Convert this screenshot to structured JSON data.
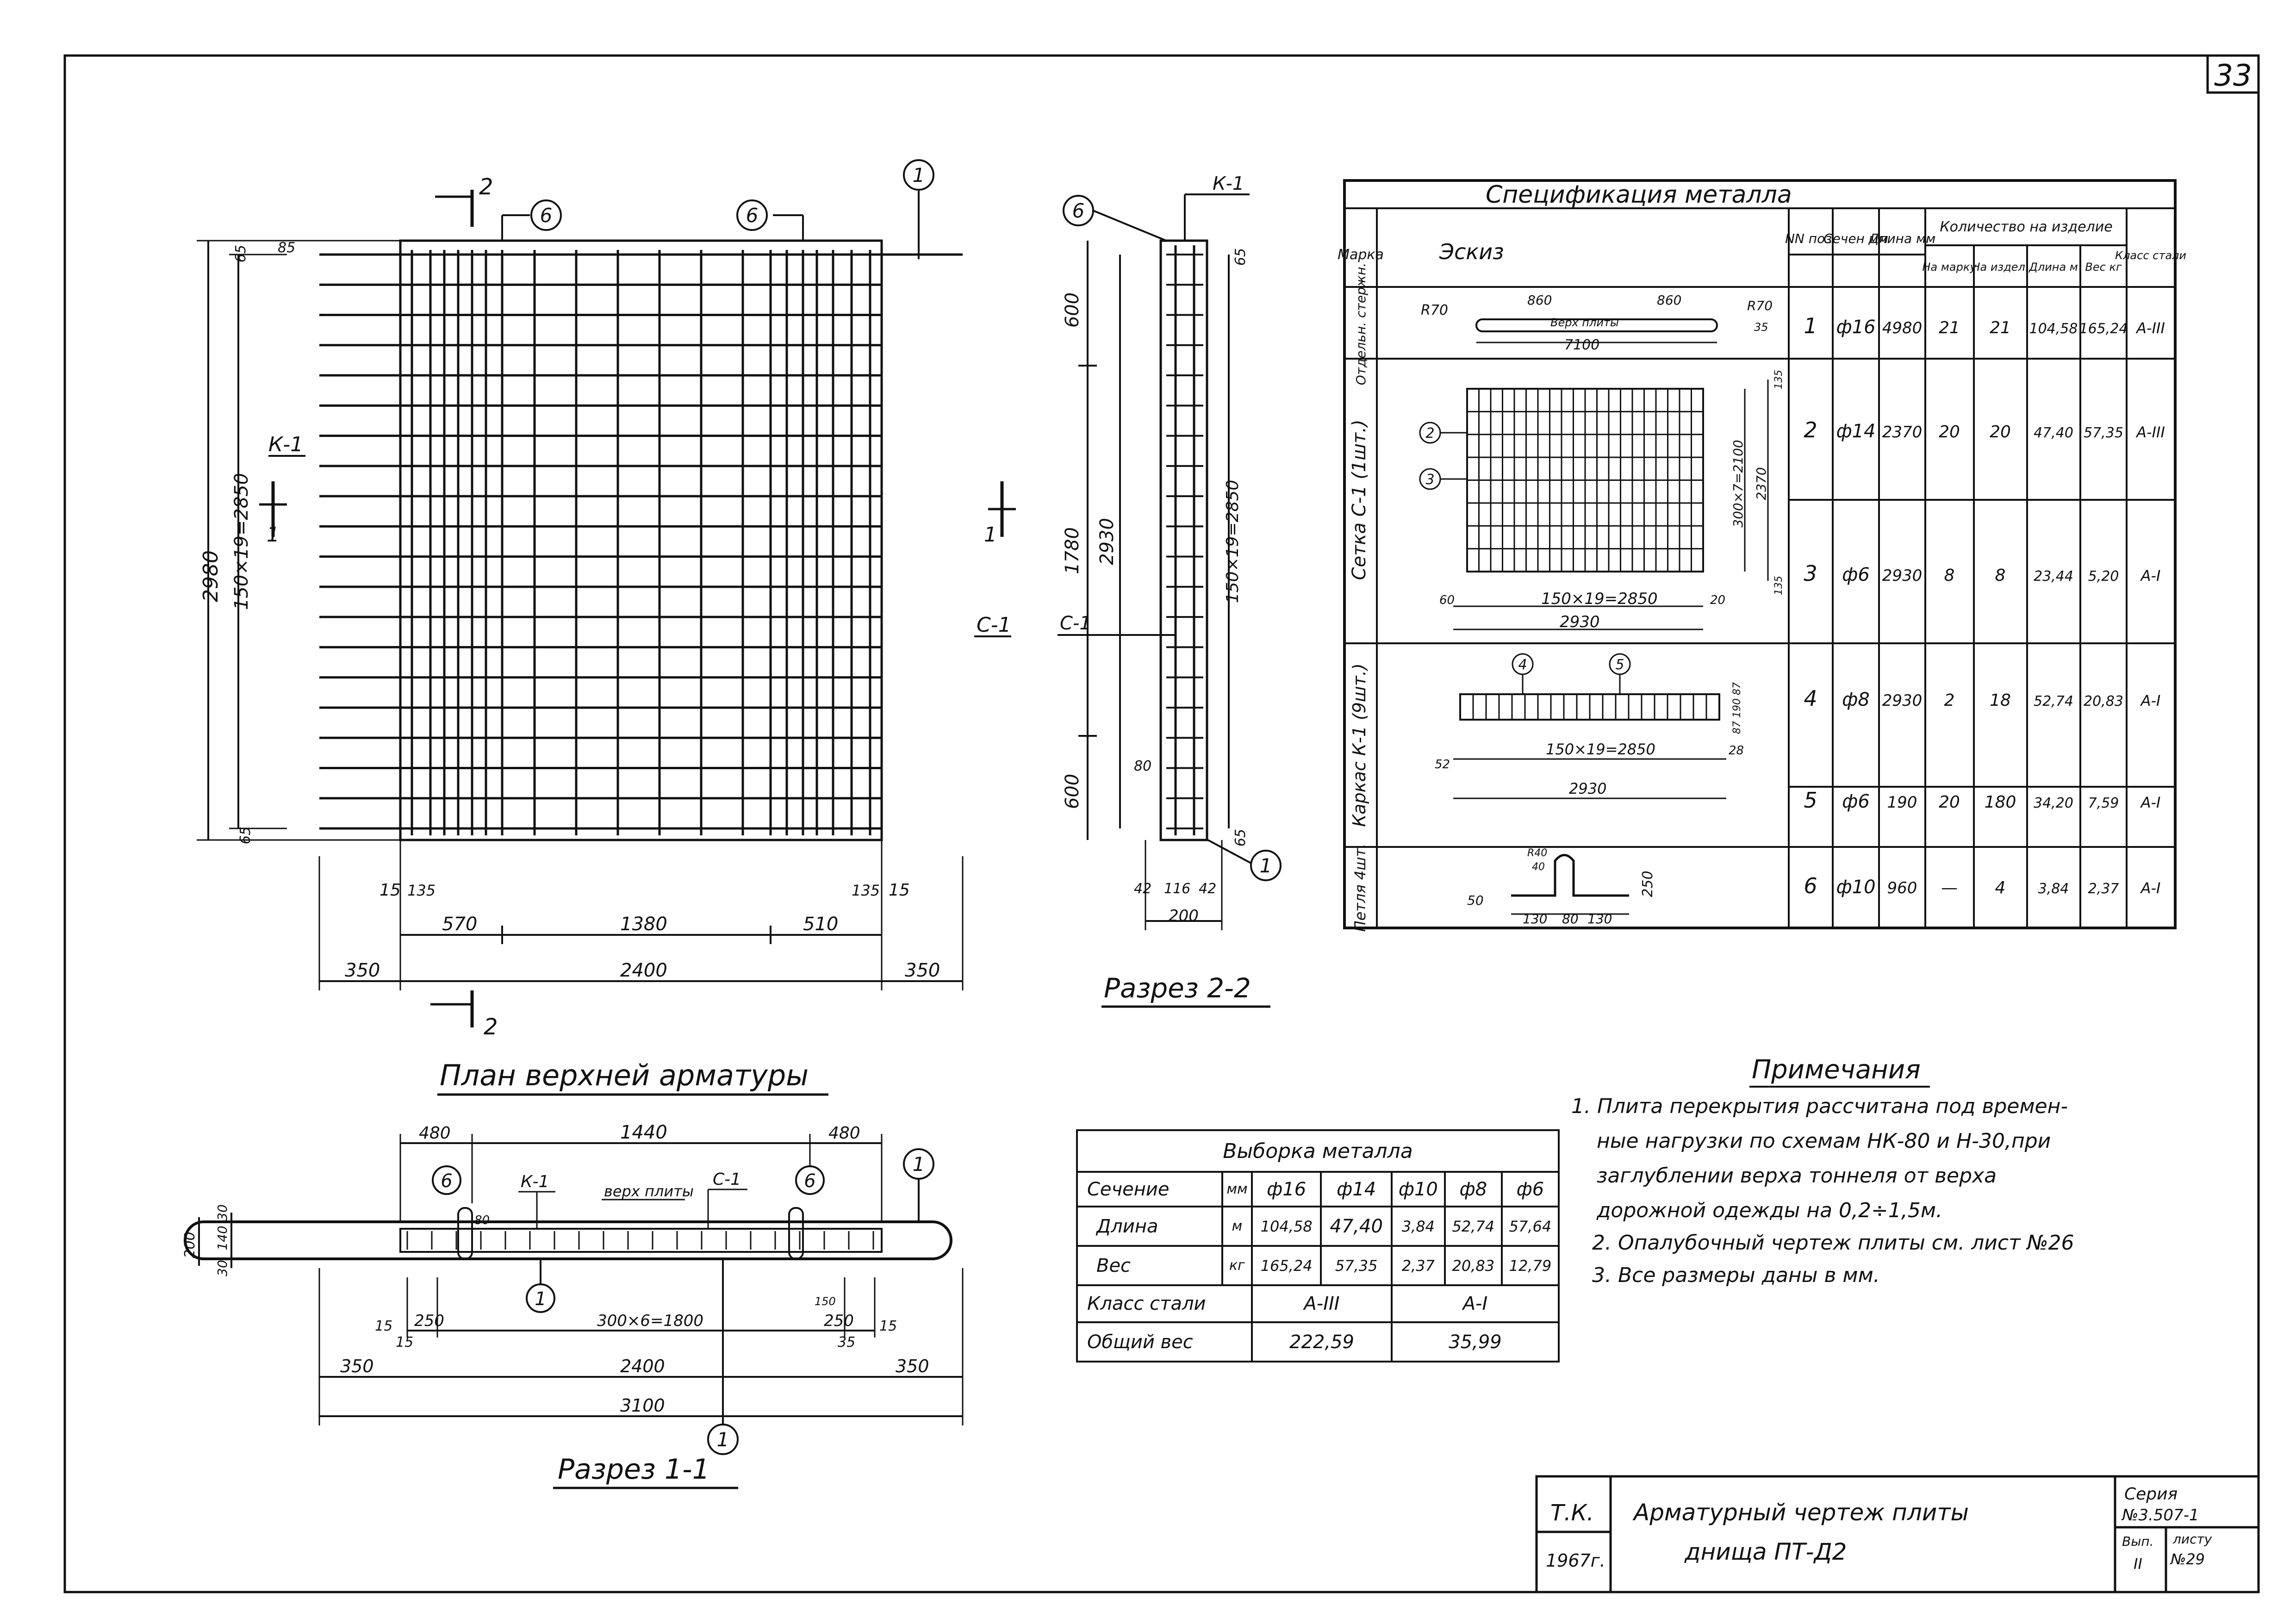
{
  "sheet_number": "33",
  "plan": {
    "title": "План верхней арматуры",
    "section_marks": [
      "2",
      "2"
    ],
    "callouts": [
      "6",
      "6",
      "1"
    ],
    "labels": {
      "k1": "К-1",
      "c1": "С-1",
      "one_left": "1",
      "one_right": "1"
    },
    "dims_left": {
      "total": "2980",
      "inner": "150×19=2850",
      "top1": "65",
      "top2": "85",
      "bottom": "65"
    },
    "dims_bottom": {
      "d15a": "15",
      "d135a": "135",
      "d135b": "135",
      "d15b": "15",
      "d570": "570",
      "d1380": "1380",
      "d510": "510",
      "d350a": "350",
      "d2400": "2400",
      "d350b": "350"
    }
  },
  "section22": {
    "title": "Разрез 2-2",
    "callouts": [
      "6",
      "1"
    ],
    "labels": {
      "k1": "К-1",
      "c1": "С-1"
    },
    "dims_left": {
      "d600a": "600",
      "d1780": "1780",
      "d600b": "600",
      "d2930": "2930",
      "d80": "80"
    },
    "dims_right": {
      "d65a": "65",
      "d150": "150×19=2850",
      "d65b": "65"
    },
    "dims_bottom": {
      "d42a": "42",
      "d116": "116",
      "d42b": "42",
      "d200": "200"
    }
  },
  "section11": {
    "title": "Разрез 1-1",
    "callouts": [
      "6",
      "6",
      "1",
      "1",
      "1"
    ],
    "labels": {
      "k1": "К-1",
      "c1": "С-1",
      "top": "верх плиты"
    },
    "dims_top": {
      "d480a": "480",
      "d1440": "1440",
      "d480b": "480"
    },
    "dims_left": {
      "d200": "200",
      "d140": "140",
      "d30a": "30",
      "d30b": "30",
      "d80": "80"
    },
    "dims_bottom": {
      "d15a": "15",
      "d15b": "15",
      "d250a": "250",
      "d300": "300×6=1800",
      "d250b": "250",
      "d35": "35",
      "d15c": "15",
      "d150": "150",
      "d350a": "350",
      "d2400": "2400",
      "d350b": "350",
      "d3100": "3100"
    }
  },
  "spec": {
    "title": "Спецификация металла",
    "header": {
      "mark": "Марка",
      "sketch": "Эскиз",
      "pos": "NN поз.",
      "sect": "Сечен мм",
      "len": "Длина мм",
      "qty": "Количество на изделие",
      "per_mark": "На марку",
      "per_item": "На издел.",
      "len_m": "Длина м",
      "weight": "Вес кг",
      "cls": "Класс стали"
    },
    "groups": [
      "Отдельн. стержн.",
      "Сетка С-1 (1шт.)",
      "Каркас К-1 (9шт.)",
      "Петля 4шт."
    ],
    "rows": [
      {
        "pos": "1",
        "sect": "ф16",
        "len": "4980",
        "mark": "21",
        "item": "21",
        "lm": "104,58",
        "kg": "165,24",
        "cls": "А-III"
      },
      {
        "pos": "2",
        "sect": "ф14",
        "len": "2370",
        "mark": "20",
        "item": "20",
        "lm": "47,40",
        "kg": "57,35",
        "cls": "А-III"
      },
      {
        "pos": "3",
        "sect": "ф6",
        "len": "2930",
        "mark": "8",
        "item": "8",
        "lm": "23,44",
        "kg": "5,20",
        "cls": "А-I"
      },
      {
        "pos": "4",
        "sect": "ф8",
        "len": "2930",
        "mark": "2",
        "item": "18",
        "lm": "52,74",
        "kg": "20,83",
        "cls": "А-I"
      },
      {
        "pos": "5",
        "sect": "ф6",
        "len": "190",
        "mark": "20",
        "item": "180",
        "lm": "34,20",
        "kg": "7,59",
        "cls": "А-I"
      },
      {
        "pos": "6",
        "sect": "ф10",
        "len": "960",
        "mark": "—",
        "item": "4",
        "lm": "3,84",
        "kg": "2,37",
        "cls": "А-I"
      }
    ],
    "sketch1": {
      "r70a": "R70",
      "d860a": "860",
      "top": "Верх плиты",
      "d860b": "860",
      "r70b": "R70",
      "d35": "35",
      "d7100": "7100"
    },
    "sketch_mesh": {
      "c2": "2",
      "c3": "3",
      "d60": "60",
      "d150": "150×19=2850",
      "d20": "20",
      "d2930": "2930",
      "d300": "300×7=2100",
      "d2370": "2370",
      "d135a": "135",
      "d135b": "135"
    },
    "sketch_frame": {
      "c4": "4",
      "c5": "5",
      "d150": "150×19=2850",
      "d52": "52",
      "d28": "28",
      "d2930": "2930",
      "side": "87 190 87"
    },
    "sketch_loop": {
      "r": "R40",
      "d40": "40",
      "d130a": "130",
      "d80": "80",
      "d130b": "130",
      "d250": "250",
      "d50": "50"
    }
  },
  "metal": {
    "title": "Выборка металла",
    "header": [
      "Сечение",
      "мм",
      "ф16",
      "ф14",
      "ф10",
      "ф8",
      "ф6"
    ],
    "length": [
      "Длина",
      "м",
      "104,58",
      "47,40",
      "3,84",
      "52,74",
      "57,64"
    ],
    "weight": [
      "Вес",
      "кг",
      "165,24",
      "57,35",
      "2,37",
      "20,83",
      "12,79"
    ],
    "cls": [
      "Класс стали",
      "А-III",
      "А-I"
    ],
    "total": [
      "Общий вес",
      "222,59",
      "35,99"
    ]
  },
  "notes": {
    "title": "Примечания",
    "items": [
      "1. Плита перекрытия рассчитана под времен-",
      "ные нагрузки по схемам НК-80 и Н-30,при",
      "заглублении верха тоннеля от верха",
      "дорожной одежды на 0,2÷1,5м.",
      "2. Опалубочный чертеж плиты см. лист №26",
      "3. Все размеры даны в мм."
    ]
  },
  "stamp": {
    "org": "Т.К.",
    "year": "1967г.",
    "title1": "Арматурный чертеж плиты",
    "title2": "днища ПТ-Д2",
    "series_label": "Серия",
    "series": "№3.507-1",
    "issue_label": "Вып.",
    "issue": "II",
    "sheet_label": "листу",
    "sheet": "№29"
  }
}
